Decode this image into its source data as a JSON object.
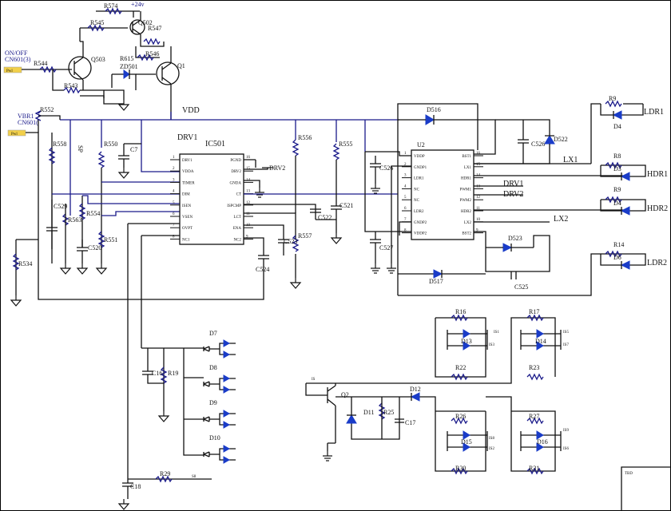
{
  "power": {
    "plus24": "+24v",
    "vdd": "VDD"
  },
  "inputs": {
    "onoff": "ON/OFF",
    "onoff_conn": "CN601(3)",
    "onoff_tag": "Pwl",
    "vbr": "VBR1",
    "vbr_conn": "CN601(",
    "vbr_tag": "Pwl"
  },
  "ic501": {
    "name": "IC501",
    "left_pins": [
      {
        "n": "1",
        "s": "DRV1"
      },
      {
        "n": "2",
        "s": "VDDA"
      },
      {
        "n": "3",
        "s": "TIMER"
      },
      {
        "n": "4",
        "s": "DIM"
      },
      {
        "n": "5",
        "s": "ISEN"
      },
      {
        "n": "6",
        "s": "VSEN"
      },
      {
        "n": "7",
        "s": "OVPT"
      },
      {
        "n": "8",
        "s": "NC1"
      }
    ],
    "right_pins": [
      {
        "n": "16",
        "s": "PGND"
      },
      {
        "n": "15",
        "s": "DRV2"
      },
      {
        "n": "14",
        "s": "GNDA"
      },
      {
        "n": "13",
        "s": "CT"
      },
      {
        "n": "12",
        "s": "ISPCMP"
      },
      {
        "n": "11",
        "s": "LCT"
      },
      {
        "n": "10",
        "s": "ENA"
      },
      {
        "n": "9",
        "s": "NC2"
      }
    ]
  },
  "u2": {
    "name": "U2",
    "left_pins": [
      {
        "n": "1",
        "s": "VDDP"
      },
      {
        "n": "2",
        "s": "GNDP1"
      },
      {
        "n": "3",
        "s": "LDR1"
      },
      {
        "n": "4",
        "s": "NC"
      },
      {
        "n": "5",
        "s": "NC"
      },
      {
        "n": "6",
        "s": "LDR2"
      },
      {
        "n": "7",
        "s": "GNDP2"
      },
      {
        "n": "8",
        "s": "VDDP2"
      }
    ],
    "right_pins": [
      {
        "n": "16",
        "s": "BST1"
      },
      {
        "n": "15",
        "s": "LX1"
      },
      {
        "n": "14",
        "s": "HDR1"
      },
      {
        "n": "13",
        "s": "PWM1"
      },
      {
        "n": "12",
        "s": "PWM2"
      },
      {
        "n": "11",
        "s": "HDR2"
      },
      {
        "n": "10",
        "s": "LX2"
      },
      {
        "n": "9",
        "s": "BST2"
      }
    ]
  },
  "nets": {
    "drv1": "DRV1",
    "drv2": "DRV2",
    "lx1": "LX1",
    "lx2": "LX2",
    "hdr1": "HDR1",
    "hdr2": "HDR2",
    "ldr1": "LDR1",
    "ldr2": "LDR2",
    "drv1_u2": "DRV1",
    "drv2_u2": "DRV2",
    "is1": "IS1",
    "is3": "IS3",
    "is5": "IS5",
    "is7": "IS7",
    "is2": "IS2",
    "is6": "IS6",
    "isc": "IS8",
    "isd": "IS9"
  },
  "parts": {
    "r574": "R574",
    "r545": "R545",
    "q502": "Q502",
    "r547": "R547",
    "q503": "Q503",
    "r615": "R615",
    "zd501": "ZD501",
    "r546": "R546",
    "q1": "Q1",
    "r544": "R544",
    "r543": "R543",
    "r552": "R552",
    "r558": "R558",
    "r556": "R556",
    "r555": "R555",
    "r550": "R550",
    "c7": "C7",
    "c529": "C529",
    "r563": "R563",
    "r554": "R554",
    "c520": "C520",
    "r551": "R551",
    "r534": "R534",
    "c522": "C522",
    "c521": "C521",
    "c523": "C523",
    "r557": "R557",
    "c524": "C524",
    "c526": "C526",
    "c527": "C527",
    "d516": "D516",
    "c526b": "C526",
    "d522": "D522",
    "d523": "D523",
    "d517": "D517",
    "c525": "C525",
    "r9a": "R9",
    "d4a": "D4",
    "r8": "R8",
    "d3": "D3",
    "r9b": "R9",
    "d4b": "D4",
    "r14": "R14",
    "d6": "D6",
    "d7": "D7",
    "d8": "D8",
    "d9": "D9",
    "d10": "D10",
    "c16": "C16",
    "r19": "R19",
    "r29": "R29",
    "c18": "C18",
    "r16": "R16",
    "d13": "D13",
    "r22": "R22",
    "r17": "R17",
    "d14": "D14",
    "r23": "R23",
    "q2": "Q2",
    "d11": "D11",
    "r25": "R25",
    "c17": "C17",
    "d12": "D12",
    "r26": "R26",
    "d15": "D15",
    "r30": "R30",
    "r27": "R27",
    "d16": "D16",
    "r31": "R31",
    "sp": "SP",
    "s_small": "S8",
    "ipl": "IS"
  },
  "title_block": {
    "label": "TBD"
  }
}
